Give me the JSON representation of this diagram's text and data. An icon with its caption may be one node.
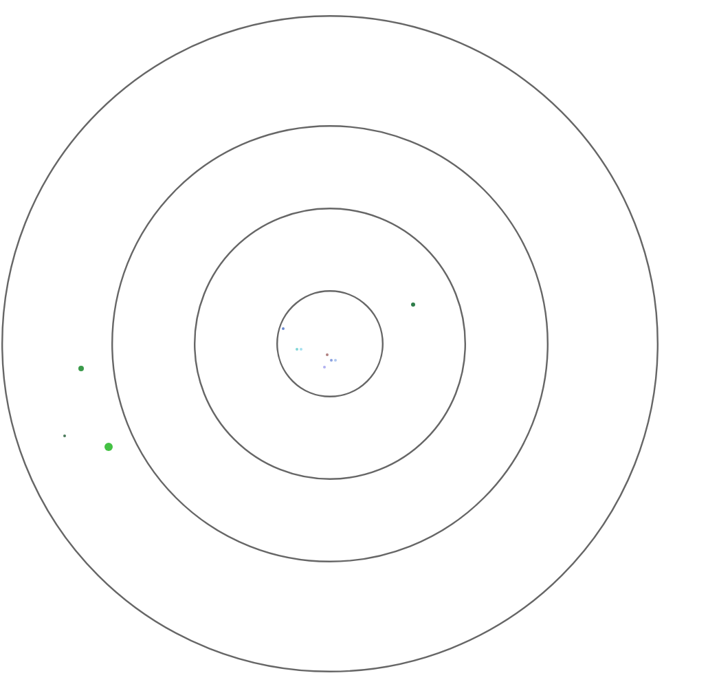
{
  "diagram": {
    "nodes": [
      {
        "text": [],
        "shape": "circle"
      },
      {
        "text": [],
        "shape": "circle",
        "in": 0
      },
      {
        "text": [],
        "shape": "circle",
        "in": 1
      },
      {
        "text": [],
        "shape": "circle",
        "in": 2
      }
    ]
  }
}
